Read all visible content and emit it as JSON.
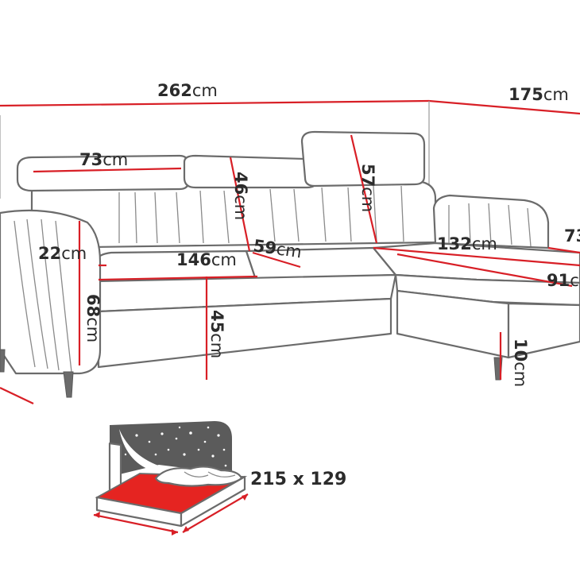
{
  "diagram": {
    "unit": "cm",
    "dimensions": [
      {
        "id": "overall-length",
        "value": "262"
      },
      {
        "id": "overall-depth-chaise",
        "value": "175"
      },
      {
        "id": "headrest-width",
        "value": "73"
      },
      {
        "id": "headrest-height",
        "value": "46"
      },
      {
        "id": "backrest-height",
        "value": "57"
      },
      {
        "id": "seat-depth",
        "value": "59"
      },
      {
        "id": "chaise-length",
        "value": "132"
      },
      {
        "id": "chaise-edge",
        "value": "73"
      },
      {
        "id": "armrest-width",
        "value": "22"
      },
      {
        "id": "seat-width",
        "value": "146"
      },
      {
        "id": "chaise-width",
        "value": "91"
      },
      {
        "id": "total-height",
        "value": "68"
      },
      {
        "id": "seat-height",
        "value": "45"
      },
      {
        "id": "leg-height",
        "value": "10"
      }
    ],
    "sleeping_area": "215 x 129",
    "colors": {
      "dimension_line": "#d81f26",
      "outline": "#6b6b6b",
      "mattress": "#e52421",
      "night_sky": "#5b5b5b"
    }
  }
}
